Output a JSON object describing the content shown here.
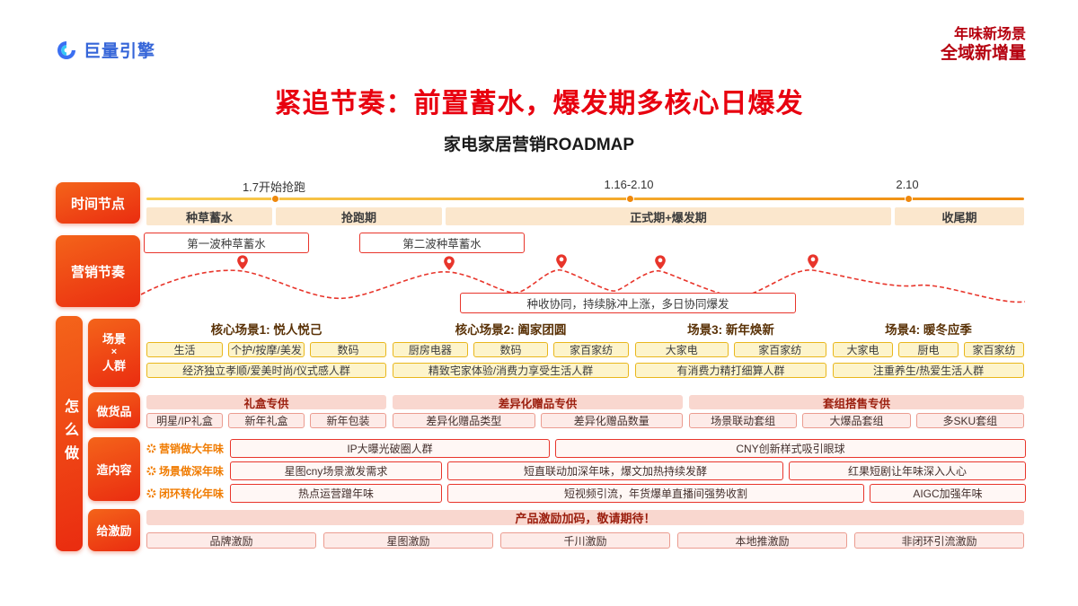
{
  "header": {
    "logo": "巨量引擎",
    "badge": {
      "line1": "年味新场景",
      "line2": "全域新增量"
    },
    "title": "紧追节奏：前置蓄水，爆发期多核心日爆发",
    "subtitle": "家电家居营销ROADMAP"
  },
  "timeline": {
    "label": "时间节点",
    "milestones": [
      "1.7开始抢跑",
      "1.16-2.10",
      "2.10"
    ],
    "phases": [
      "种草蓄水",
      "抢跑期",
      "正式期+爆发期",
      "收尾期"
    ]
  },
  "rhythm": {
    "label": "营销节奏",
    "wave1": "第一波种草蓄水",
    "wave2": "第二波种草蓄水",
    "note": "种收协同，持续脉冲上涨，多日协同爆发"
  },
  "how": {
    "label": "怎么做",
    "scene_row": {
      "label_lines": [
        "场景",
        "×",
        "人群"
      ],
      "groups": [
        {
          "title": "核心场景1: 悦人悦己",
          "tags": [
            "生活",
            "个护/按摩/美发",
            "数码"
          ],
          "audience": "经济独立孝顺/爱美时尚/仪式感人群"
        },
        {
          "title": "核心场景2: 阖家团圆",
          "tags": [
            "厨房电器",
            "数码",
            "家百家纺"
          ],
          "audience": "精致宅家体验/消费力享受生活人群"
        },
        {
          "title": "场景3: 新年焕新",
          "tags": [
            "大家电",
            "家百家纺"
          ],
          "audience": "有消费力精打细算人群"
        },
        {
          "title": "场景4: 暖冬应季",
          "tags": [
            "大家电",
            "厨电",
            "家百家纺"
          ],
          "audience": "注重养生/热爱生活人群"
        }
      ]
    },
    "goods_row": {
      "label": "做货品",
      "groups": [
        {
          "header": "礼盒专供",
          "tags": [
            "明星/IP礼盒",
            "新年礼盒",
            "新年包装"
          ]
        },
        {
          "header": "差异化赠品专供",
          "tags": [
            "差异化赠品类型",
            "差异化赠品数量"
          ]
        },
        {
          "header": "套组搭售专供",
          "tags": [
            "场景联动套组",
            "大爆品套组",
            "多SKU套组"
          ]
        }
      ]
    },
    "content_row": {
      "label": "造内容",
      "lines": [
        {
          "tag": "营销做大年味",
          "items": [
            "IP大曝光破圈人群",
            "CNY创新样式吸引眼球"
          ]
        },
        {
          "tag": "场景做深年味",
          "items": [
            "星图cny场景激发需求",
            "短直联动加深年味，爆文加热持续发酵",
            "红果短剧让年味深入人心"
          ]
        },
        {
          "tag": "闭环转化年味",
          "items": [
            "热点运营蹭年味",
            "短视频引流，年货爆单直播间强势收割",
            "AIGC加强年味"
          ]
        }
      ]
    },
    "incentive_row": {
      "label": "给激励",
      "header": "产品激励加码，敬请期待！",
      "tags": [
        "品牌激励",
        "星图激励",
        "千川激励",
        "本地推激励",
        "非闭环引流激励"
      ]
    }
  }
}
